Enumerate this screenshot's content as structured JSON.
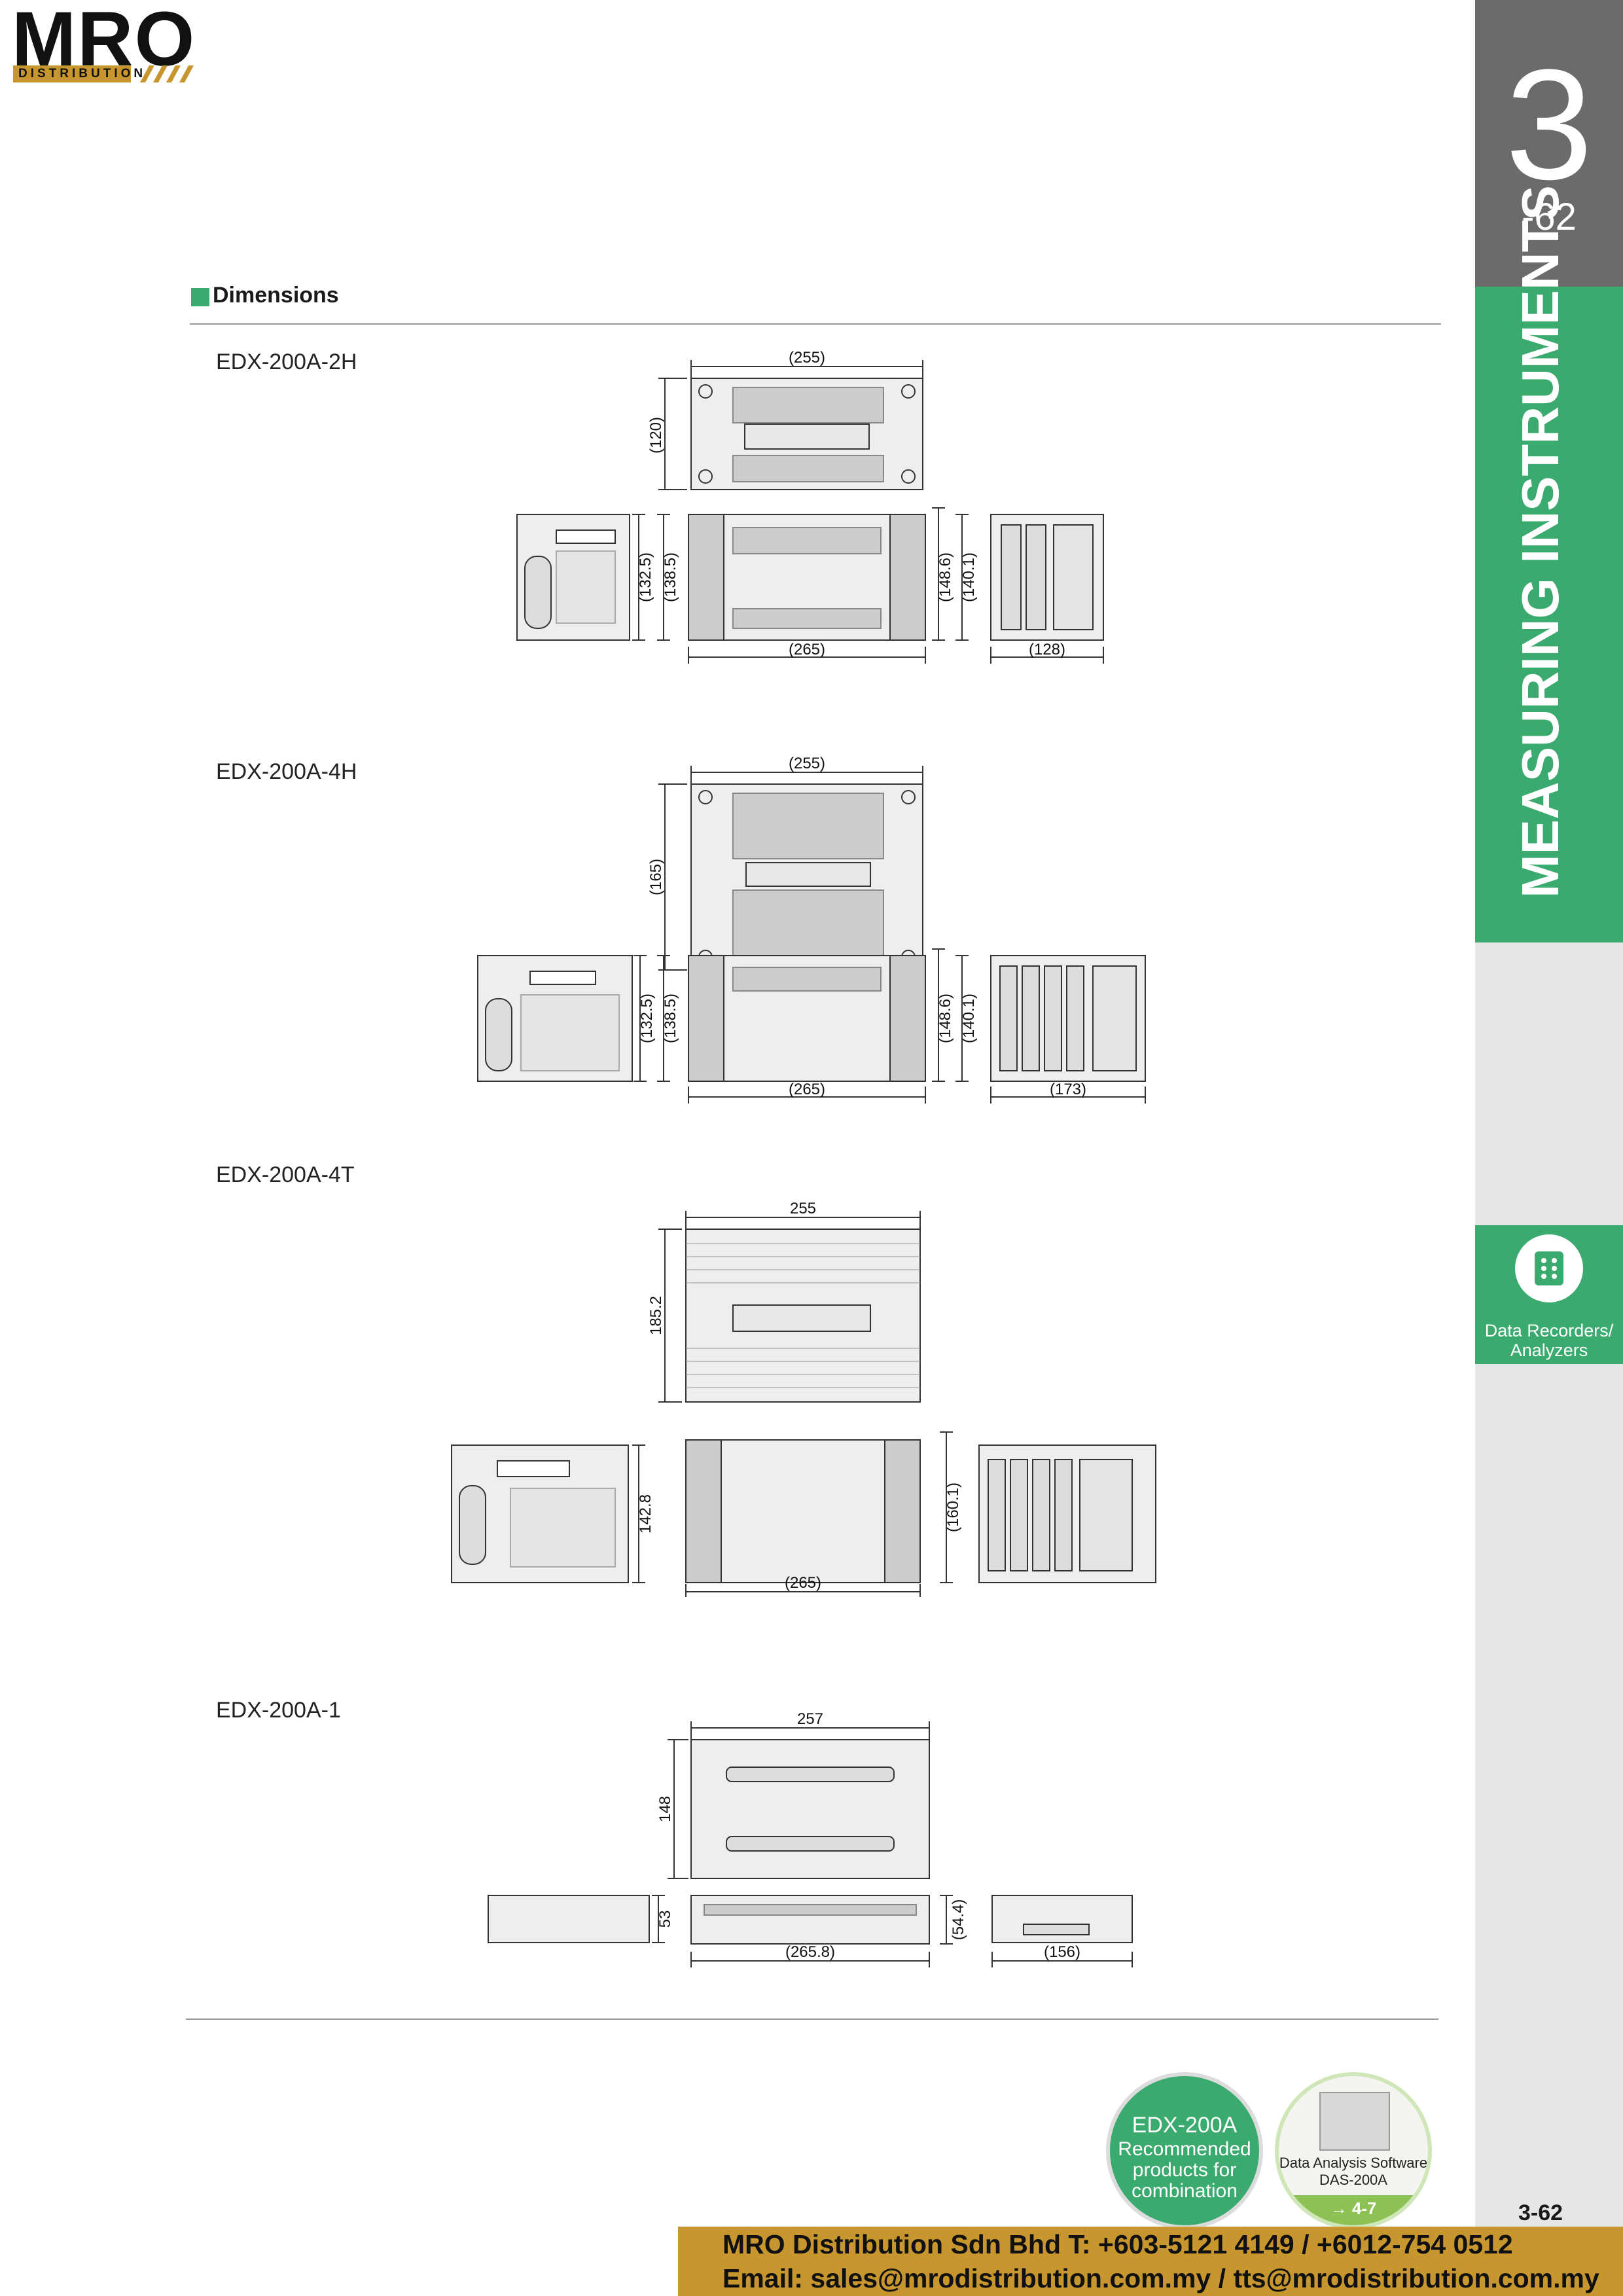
{
  "logo": {
    "text": "MRO",
    "subtext": "DISTRIBUTION"
  },
  "sidebar": {
    "chapter_number": "3",
    "chapter_page": "-62",
    "section_label": "MEASURING INSTRUMENTS",
    "category_label": "Data Recorders/ Analyzers",
    "category_icon": "data-recorder-icon"
  },
  "section": {
    "title": "Dimensions"
  },
  "models": [
    {
      "name": "EDX-200A-2H",
      "top": {
        "width": "(255)",
        "depth": "(120)"
      },
      "side": {
        "h1": "(132.5)",
        "h2": "(138.5)",
        "h3": "(148.6)",
        "h4": "(140.1)",
        "length": "(265)",
        "rear_width": "(128)"
      }
    },
    {
      "name": "EDX-200A-4H",
      "top": {
        "width": "(255)",
        "depth": "(165)"
      },
      "side": {
        "h1": "(132.5)",
        "h2": "(138.5)",
        "h3": "(148.6)",
        "h4": "(140.1)",
        "length": "(265)",
        "rear_width": "(173)"
      }
    },
    {
      "name": "EDX-200A-4T",
      "top": {
        "width": "255",
        "depth": "185.2"
      },
      "side": {
        "h1": "142.8",
        "h2": "(160.1)",
        "length": "(265)"
      }
    },
    {
      "name": "EDX-200A-1",
      "top": {
        "width": "257",
        "depth": "148"
      },
      "side": {
        "h1": "53",
        "h2": "(54.4)",
        "length": "(265.8)",
        "rear_width": "(156)"
      }
    }
  ],
  "badges": {
    "recommended": {
      "line1": "EDX-200A",
      "line2": "Recommended products for combination"
    },
    "software": {
      "line1": "Data Analysis Software",
      "line2": "DAS-200A",
      "link": "→ 4-7"
    }
  },
  "page_number": "3-62",
  "footer": {
    "line1": "MRO Distribution Sdn Bhd   T: +603-5121 4149 / +6012-754 0512",
    "line2": "Email: sales@mrodistribution.com.my / tts@mrodistribution.com.my"
  },
  "colors": {
    "green": "#3aaa6e",
    "gold": "#c8962e",
    "gray": "#6b6b6b",
    "sidebar": "#e6e6e6"
  }
}
